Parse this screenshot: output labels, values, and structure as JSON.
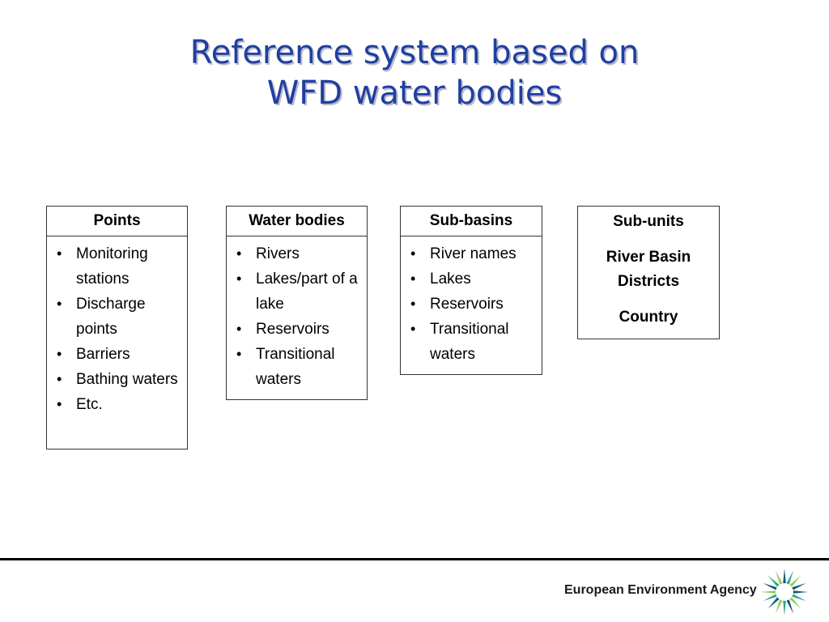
{
  "slide": {
    "title_line1": "Reference system based on",
    "title_line2": "WFD water bodies"
  },
  "boxes": [
    {
      "heading": "Points",
      "items": [
        "Monitoring stations",
        "Discharge points",
        "Barriers",
        "Bathing waters",
        "Etc."
      ]
    },
    {
      "heading": "Water bodies",
      "items": [
        "Rivers",
        "Lakes/part of a lake",
        "Reservoirs",
        "Transitional waters"
      ]
    },
    {
      "heading": "Sub-basins",
      "items": [
        "River names",
        "Lakes",
        "Reservoirs",
        "Transitional waters"
      ]
    },
    {
      "lines": [
        "Sub-units",
        "River Basin Districts",
        "Country"
      ]
    }
  ],
  "footer": {
    "agency_name": "European Environment Agency",
    "logo_icon": "eea-sun-logo-icon",
    "logo_colors": [
      "#0d5a7a",
      "#2fa58a",
      "#8ccf5a"
    ]
  }
}
